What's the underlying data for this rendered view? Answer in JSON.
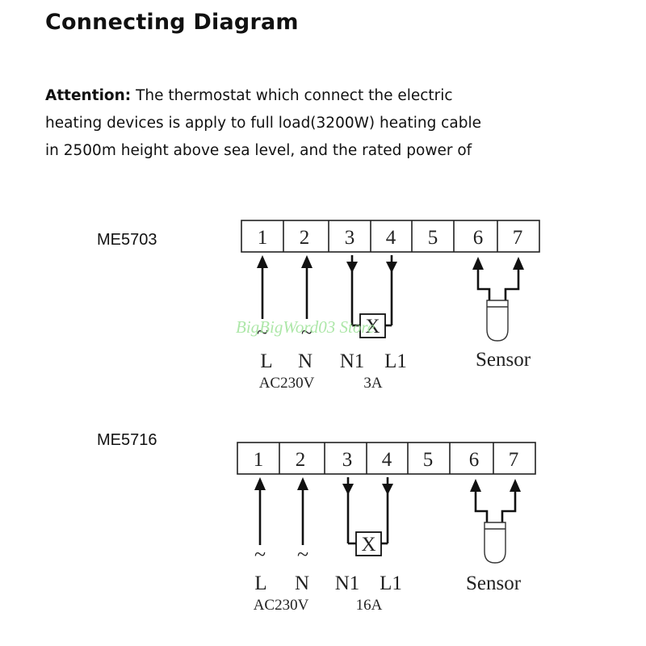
{
  "title": "Connecting  Diagram",
  "attention": {
    "label": "Attention:",
    "line1": " The  thermostat  which connect  the electric",
    "line2": "heating devices  is apply to full load(3200W)  heating cable",
    "line3": "in 2500m  height above sea level, and the rated power of"
  },
  "watermark": "BigBigWord03 Store",
  "diagrams": [
    {
      "model": "ME5703",
      "terminals": [
        "1",
        "2",
        "3",
        "4",
        "5",
        "6",
        "7"
      ],
      "ac_symbol": "~",
      "load_symbol": "X",
      "labels": {
        "l": "L",
        "n": "N",
        "n1": "N1",
        "l1": "L1",
        "supply": "AC230V",
        "current": "3A",
        "sensor": "Sensor"
      }
    },
    {
      "model": "ME5716",
      "terminals": [
        "1",
        "2",
        "3",
        "4",
        "5",
        "6",
        "7"
      ],
      "ac_symbol": "~",
      "load_symbol": "X",
      "labels": {
        "l": "L",
        "n": "N",
        "n1": "N1",
        "l1": "L1",
        "supply": "AC230V",
        "current": "16A",
        "sensor": "Sensor"
      }
    }
  ]
}
